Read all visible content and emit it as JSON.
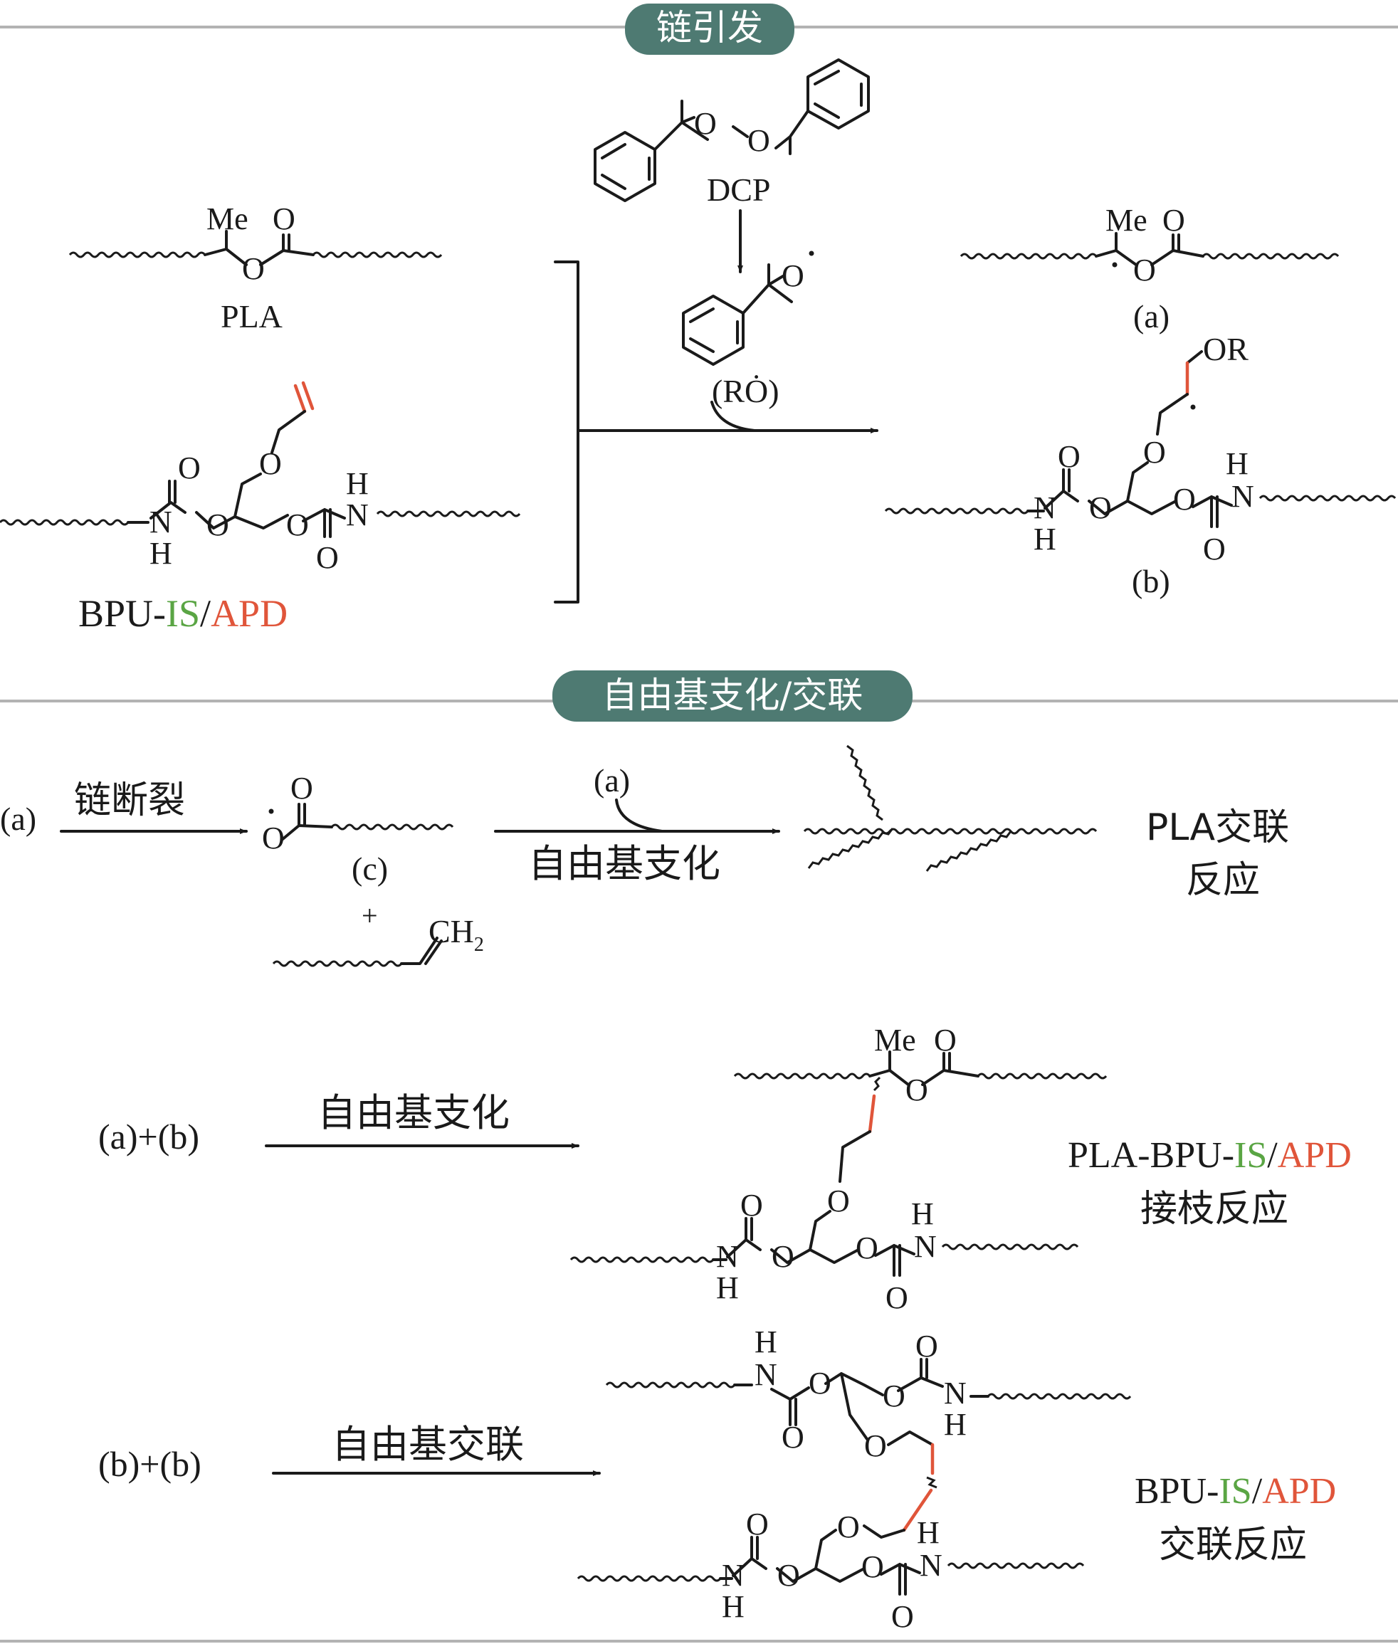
{
  "sections": {
    "initiation": "链引发",
    "branching": "自由基支化/交联"
  },
  "colors": {
    "header_bg": "#4e7a72",
    "green": "#5aa544",
    "red": "#e0553a",
    "rule": "#b3b3b3"
  },
  "initiation": {
    "pla_label": "PLA",
    "bpu_prefix": "BPU-",
    "bpu_green": "IS",
    "bpu_slash": "/",
    "bpu_red": "APD",
    "dcp_label": "DCP",
    "ro_label": "(RȮ)",
    "product_a": "(a)",
    "product_b": "(b)",
    "or_label": "OR"
  },
  "branching": {
    "row1_start": "(a)",
    "chain_scission": "链断裂",
    "product_c": "(c)",
    "plus": "+",
    "ch2": "CH",
    "ch2_sub": "2",
    "row1_reagent": "(a)",
    "row1_arrow": "自由基支化",
    "row1_result_1": "PLA交联",
    "row1_result_2": "反应",
    "row2_start": "(a)+(b)",
    "row2_arrow": "自由基支化",
    "row2_prefix": "PLA-BPU-",
    "row2_green": "IS",
    "row2_slash": "/",
    "row2_red": "APD",
    "row2_result_2": "接枝反应",
    "row3_start": "(b)+(b)",
    "row3_arrow": "自由基交联",
    "row3_prefix": "BPU-",
    "row3_green": "IS",
    "row3_slash": "/",
    "row3_red": "APD",
    "row3_result_2": "交联反应"
  },
  "atoms": {
    "me": "Me",
    "o": "O",
    "n": "N",
    "h": "H"
  }
}
